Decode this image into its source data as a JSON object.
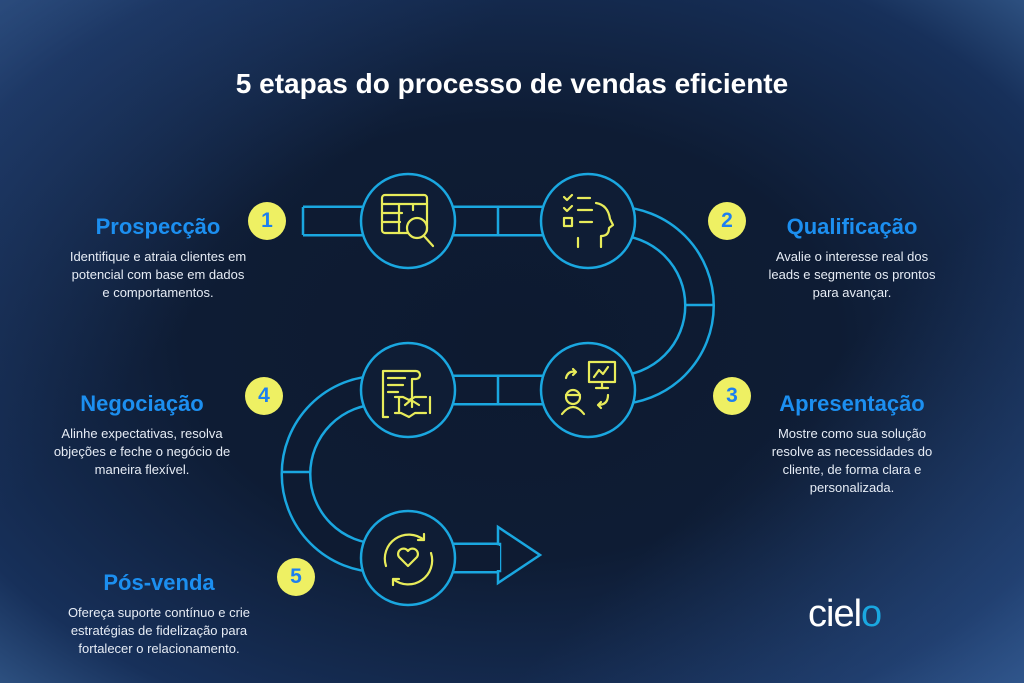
{
  "title": "5 etapas do processo de vendas eficiente",
  "steps": [
    {
      "number": "1",
      "title": "Prospecção",
      "text": "Identifique e atraia clientes em potencial com base em dados e comportamentos.",
      "icon": "table-search-icon"
    },
    {
      "number": "2",
      "title": "Qualificação",
      "text": "Avalie o interesse real dos leads e segmente os prontos para avançar.",
      "icon": "checklist-head-icon"
    },
    {
      "number": "3",
      "title": "Apresentação",
      "text": "Mostre como sua solução resolve as necessidades do cliente, de forma clara e personalizada.",
      "icon": "presentation-icon"
    },
    {
      "number": "4",
      "title": "Negociação",
      "text": "Alinhe expectativas, resolva objeções e feche o negócio de maneira flexível.",
      "icon": "contract-handshake-icon"
    },
    {
      "number": "5",
      "title": "Pós-venda",
      "text": "Ofereça suporte contínuo e crie estratégias de fidelização para fortalecer o relacionamento.",
      "icon": "heart-refresh-icon"
    }
  ],
  "logo": {
    "text_main": "ciel",
    "text_accent": "o"
  },
  "colors": {
    "path": "#1aa7e0",
    "icon": "#e8ec5a",
    "badge": "#eef063",
    "heading": "#1c8ff0"
  }
}
